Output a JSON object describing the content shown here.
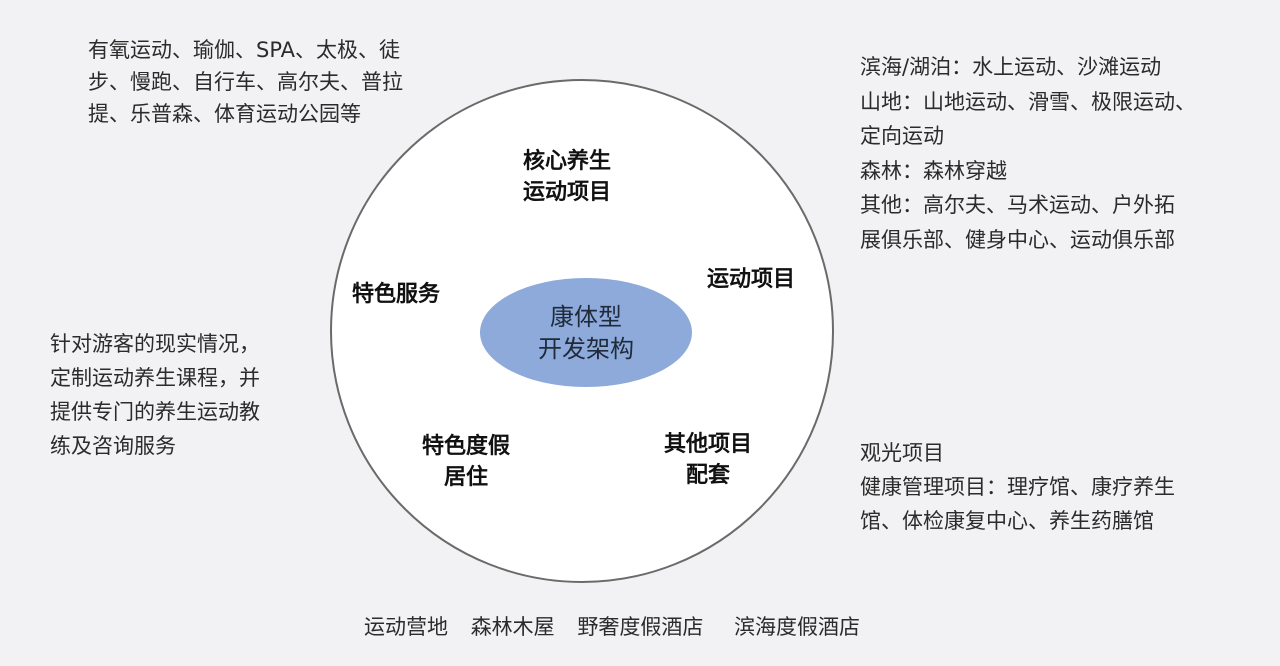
{
  "diagram": {
    "center": {
      "lines": [
        "康体型",
        "开发架构"
      ],
      "fill_color": "#8eaadb"
    },
    "outer_circle": {
      "fill_color": "#ffffff",
      "stroke_color": "#6a6a6a"
    },
    "segments": {
      "core_sports": [
        "核心养生",
        "运动项目"
      ],
      "sports": [
        "运动项目"
      ],
      "special_services": [
        "特色服务"
      ],
      "resort_living": [
        "特色度假",
        "居住"
      ],
      "other_facilities": [
        "其他项目",
        "配套"
      ]
    },
    "notes": {
      "core_sports": [
        "有氧运动、瑜伽、SPA、太极、徒",
        "步、慢跑、自行车、高尔夫、普拉",
        "提、乐普森、体育运动公园等"
      ],
      "sports": [
        "滨海/湖泊：水上运动、沙滩运动",
        "山地：山地运动、滑雪、极限运动、",
        "定向运动",
        "森林：森林穿越",
        "其他：高尔夫、马术运动、户外拓",
        "展俱乐部、健身中心、运动俱乐部"
      ],
      "special_services": [
        "针对游客的现实情况，",
        "定制运动养生课程，并",
        "提供专门的养生运动教",
        "练及咨询服务"
      ],
      "other_facilities": [
        "观光项目",
        "健康管理项目：理疗馆、康疗养生",
        "馆、体检康复中心、养生药膳馆"
      ],
      "resort_living": [
        "运动营地",
        "森林木屋",
        "野奢度假酒店",
        "滨海度假酒店"
      ]
    }
  }
}
